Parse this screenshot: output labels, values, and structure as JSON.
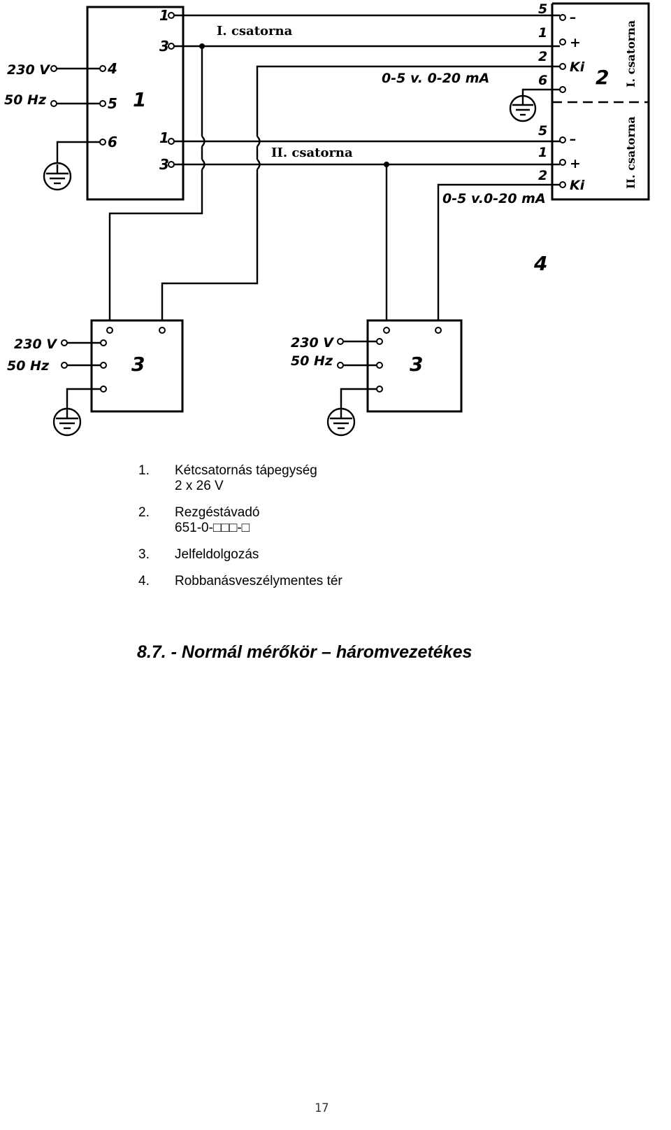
{
  "diagram": {
    "unit1": {
      "number": "1",
      "mains_voltage": "230 V",
      "mains_freq": "50 Hz",
      "input_terminals": [
        "4",
        "5",
        "6"
      ],
      "channel1_terminals": [
        "1",
        "3"
      ],
      "channel2_terminals": [
        "1",
        "3"
      ]
    },
    "unit2": {
      "number": "2",
      "channel1_terminals": [
        "5",
        "1",
        "2",
        "6"
      ],
      "channel1_symbols": [
        "–",
        "+",
        "Ki"
      ],
      "channel2_terminals": [
        "5",
        "1",
        "2"
      ],
      "channel2_symbols": [
        "–",
        "+",
        "Ki"
      ],
      "channel1_vertical_label": "I. csatorna",
      "channel2_vertical_label": "II. csatorna"
    },
    "channel_labels": {
      "channel1": "I. csatorna",
      "channel2": "II. csatorna"
    },
    "signal_range_1": "0-5 v. 0-20 mA",
    "signal_range_2": "0-5 v.0-20 mA",
    "zone_number": "4",
    "processor_left": {
      "number": "3",
      "mains_voltage": "230 V",
      "mains_freq": "50 Hz"
    },
    "processor_right": {
      "number": "3",
      "mains_voltage": "230 V",
      "mains_freq": "50 Hz"
    }
  },
  "legend": [
    {
      "num": "1.",
      "lines": [
        "Kétcsatornás tápegység",
        "2 x 26 V"
      ]
    },
    {
      "num": "2.",
      "lines": [
        "Rezgéstávadó",
        "651-0-□□□-□"
      ]
    },
    {
      "num": "3.",
      "lines": [
        "Jelfeldolgozás"
      ]
    },
    {
      "num": "4.",
      "lines": [
        "Robbanásveszélymentes tér"
      ]
    }
  ],
  "caption": "8.7. - Normál mérőkör – háromvezetékes",
  "page_number": "17"
}
